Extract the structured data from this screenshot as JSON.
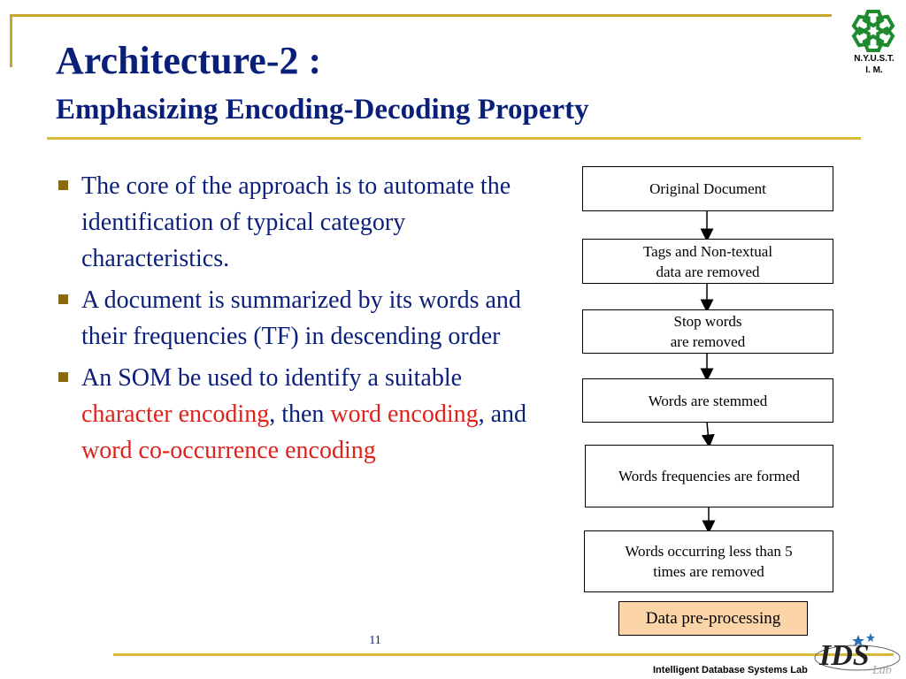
{
  "slide": {
    "title": "Architecture-2 :",
    "subtitle": "Emphasizing Encoding-Decoding Property",
    "logo_text_line1": "N.Y.U.S.T.",
    "logo_text_line2": "I. M.",
    "page_number": "11",
    "lab_name": "Intelligent Database Systems Lab",
    "ids_logo_text": "IDS",
    "ids_logo_small": "Lab"
  },
  "bullets": [
    {
      "segments": [
        {
          "text": "The core of the approach is to automate the identification of typical category characteristics.",
          "highlight": false
        }
      ]
    },
    {
      "segments": [
        {
          "text": "A document is summarized by its words and their frequencies (TF) in descending order",
          "highlight": false
        }
      ]
    },
    {
      "segments": [
        {
          "text": "An SOM be used to identify a suitable ",
          "highlight": false
        },
        {
          "text": "character encoding",
          "highlight": true
        },
        {
          "text": ", then ",
          "highlight": false
        },
        {
          "text": "word encoding",
          "highlight": true
        },
        {
          "text": ", and ",
          "highlight": false
        },
        {
          "text": "word co-occurrence encoding",
          "highlight": true
        }
      ]
    }
  ],
  "flowchart": {
    "steps": [
      {
        "lines": [
          "Original Document"
        ]
      },
      {
        "lines": [
          "Tags and Non-textual",
          "data are removed"
        ]
      },
      {
        "lines": [
          "Stop words",
          "are removed"
        ]
      },
      {
        "lines": [
          "Words are stemmed"
        ]
      },
      {
        "lines": [
          "Words frequencies are formed"
        ]
      },
      {
        "lines": [
          "Words occurring less than 5",
          "times are removed"
        ]
      }
    ],
    "caption": "Data pre-processing"
  },
  "colors": {
    "title": "#0a1f7a",
    "highlight": "#e0201b",
    "accent_line": "#d8b93a",
    "caption_bg": "#fbd5a8"
  }
}
